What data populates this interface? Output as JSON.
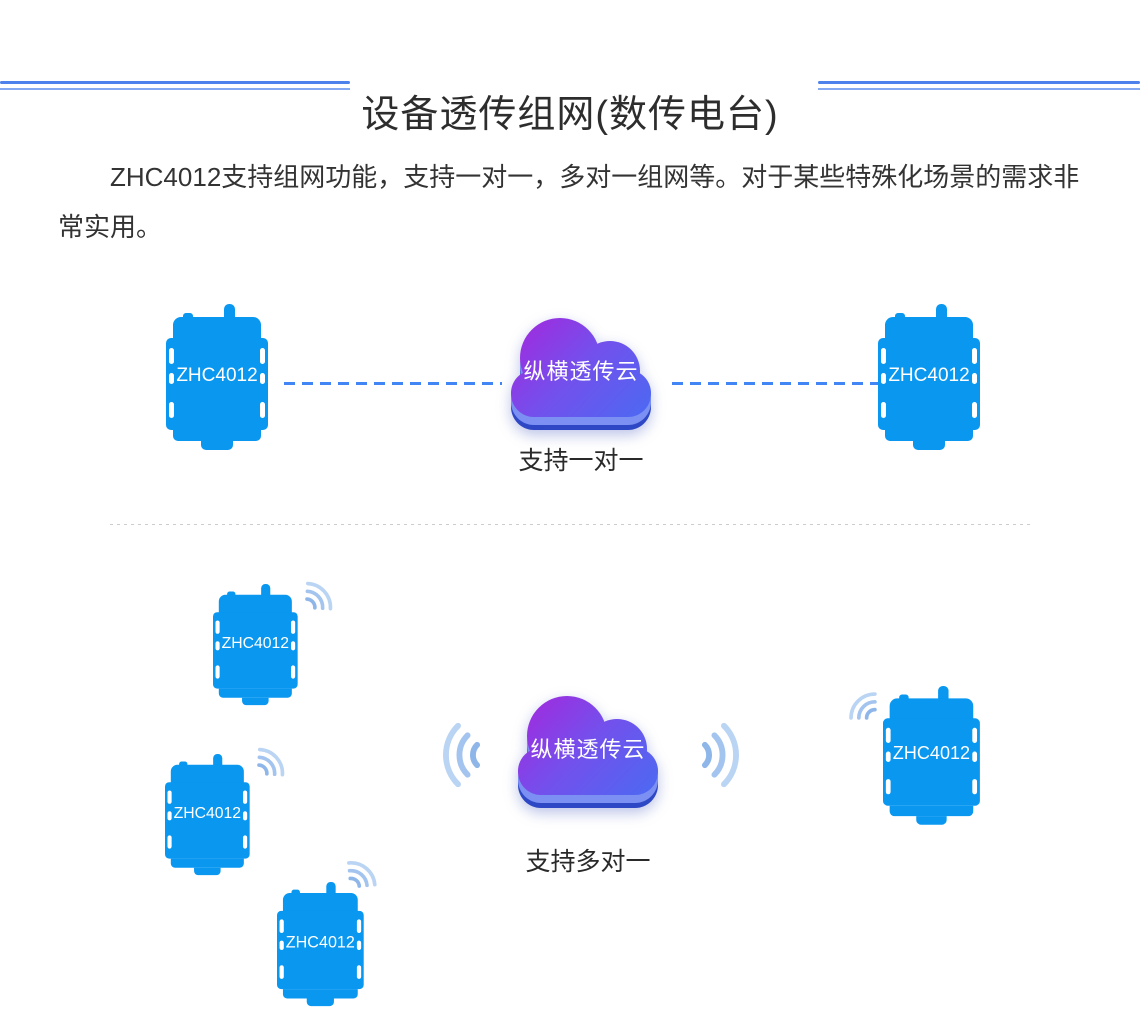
{
  "header": {
    "title": "设备透传组网(数传电台)"
  },
  "intro": {
    "text": "ZHC4012支持组网功能，支持一对一，多对一组网等。对于某些特殊化场景的需求非常实用。"
  },
  "one_to_one": {
    "cloud_label": "纵横透传云",
    "caption": "支持一对一",
    "devices": [
      {
        "label": "ZHC4012"
      },
      {
        "label": "ZHC4012"
      }
    ]
  },
  "many_to_one": {
    "cloud_label": "纵横透传云",
    "caption": "支持多对一",
    "devices": [
      {
        "label": "ZHC4012"
      },
      {
        "label": "ZHC4012"
      },
      {
        "label": "ZHC4012"
      },
      {
        "label": "ZHC4012"
      }
    ]
  },
  "colors": {
    "device_blue": "#0997f0",
    "connector_blue": "#4285f4",
    "title_rule_blue": "#4d82ec",
    "cloud_purple": "#9b2fe0",
    "cloud_blue": "#4e68f2",
    "cloud_rim_light": "#7b90f2",
    "cloud_rim_dark": "#2e47c5",
    "signal_wave_blue": "#a3c4ee",
    "separator_gray": "#cccccc",
    "text_dark": "#333333"
  }
}
